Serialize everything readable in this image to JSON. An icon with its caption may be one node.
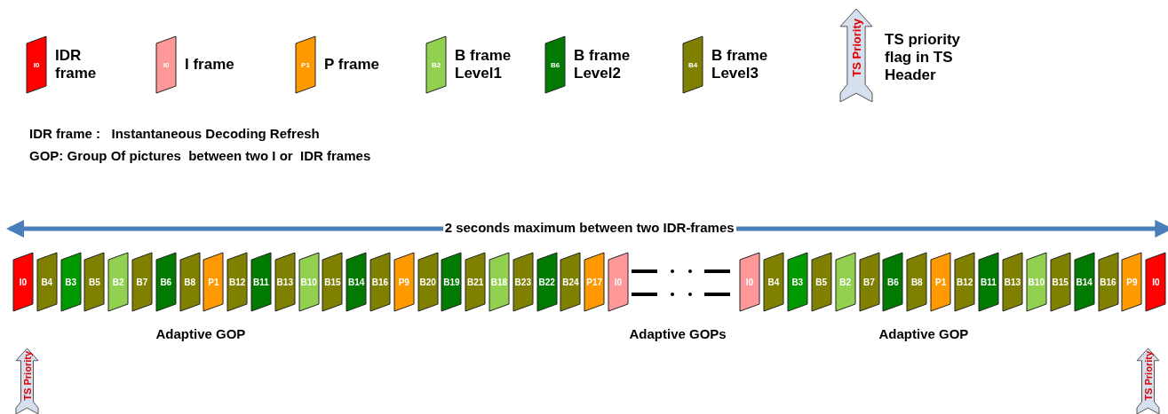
{
  "diagram": {
    "nodes": [
      {
        "text": [
          "I0"
        ],
        "beside": [
          "IDR frame"
        ]
      },
      {
        "text": [
          "I0"
        ],
        "beside": [
          "I frame"
        ]
      },
      {
        "text": [
          "P1"
        ],
        "beside": [
          "P frame"
        ]
      },
      {
        "text": [
          "B2"
        ],
        "beside": [
          "B frame Level1"
        ]
      },
      {
        "text": [
          "B6"
        ],
        "beside": [
          "B frame Level2"
        ]
      },
      {
        "text": [
          "B4"
        ],
        "beside": [
          "B frame Level3"
        ]
      },
      {
        "text": [
          "TS Priority"
        ],
        "beside": [
          "TS priority flag in TS Header"
        ]
      },
      {
        "text": [
          "I0"
        ]
      },
      {
        "text": [
          "B4"
        ]
      },
      {
        "text": [
          "B3"
        ]
      },
      {
        "text": [
          "B5"
        ]
      },
      {
        "text": [
          "B2"
        ]
      },
      {
        "text": [
          "B7"
        ]
      },
      {
        "text": [
          "B6"
        ]
      },
      {
        "text": [
          "B8"
        ]
      },
      {
        "text": [
          "P1"
        ]
      },
      {
        "text": [
          "B12"
        ]
      },
      {
        "text": [
          "B11"
        ]
      },
      {
        "text": [
          "B13"
        ]
      },
      {
        "text": [
          "B10"
        ]
      },
      {
        "text": [
          "B15"
        ]
      },
      {
        "text": [
          "B14"
        ]
      },
      {
        "text": [
          "B16"
        ]
      },
      {
        "text": [
          "P9"
        ]
      },
      {
        "text": [
          "B20"
        ]
      },
      {
        "text": [
          "B19"
        ]
      },
      {
        "text": [
          "B21"
        ]
      },
      {
        "text": [
          "B18"
        ]
      },
      {
        "text": [
          "B23"
        ]
      },
      {
        "text": [
          "B22"
        ]
      },
      {
        "text": [
          "B24"
        ]
      },
      {
        "text": [
          "P17"
        ]
      },
      {
        "text": [
          "I0"
        ]
      },
      {
        "text": [
          "I0"
        ]
      },
      {
        "text": [
          "B4"
        ]
      },
      {
        "text": [
          "B3"
        ]
      },
      {
        "text": [
          "B5"
        ]
      },
      {
        "text": [
          "B2"
        ]
      },
      {
        "text": [
          "B7"
        ]
      },
      {
        "text": [
          "B6"
        ]
      },
      {
        "text": [
          "B8"
        ]
      },
      {
        "text": [
          "P1"
        ]
      },
      {
        "text": [
          "B12"
        ]
      },
      {
        "text": [
          "B11"
        ]
      },
      {
        "text": [
          "B13"
        ]
      },
      {
        "text": [
          "B10"
        ]
      },
      {
        "text": [
          "B15"
        ]
      },
      {
        "text": [
          "B14"
        ]
      },
      {
        "text": [
          "B16"
        ]
      },
      {
        "text": [
          "P9"
        ]
      },
      {
        "text": [
          "I0"
        ]
      },
      {
        "text": [
          "TS Priority"
        ]
      },
      {
        "text": [
          "TS Priority"
        ]
      }
    ],
    "edges": [
      {
        "from": 7,
        "to": 50,
        "arrow": "both",
        "label": "2 seconds maximum between two IDR-frames",
        "color": "#4a7ebb"
      }
    ],
    "labels": [
      "IDR frame :   Instantaneous Decoding Refresh",
      "GOP: Group Of pictures  between two I or  IDR frames",
      "Adaptive GOP",
      "Adaptive GOPs",
      "Adaptive GOP"
    ]
  }
}
